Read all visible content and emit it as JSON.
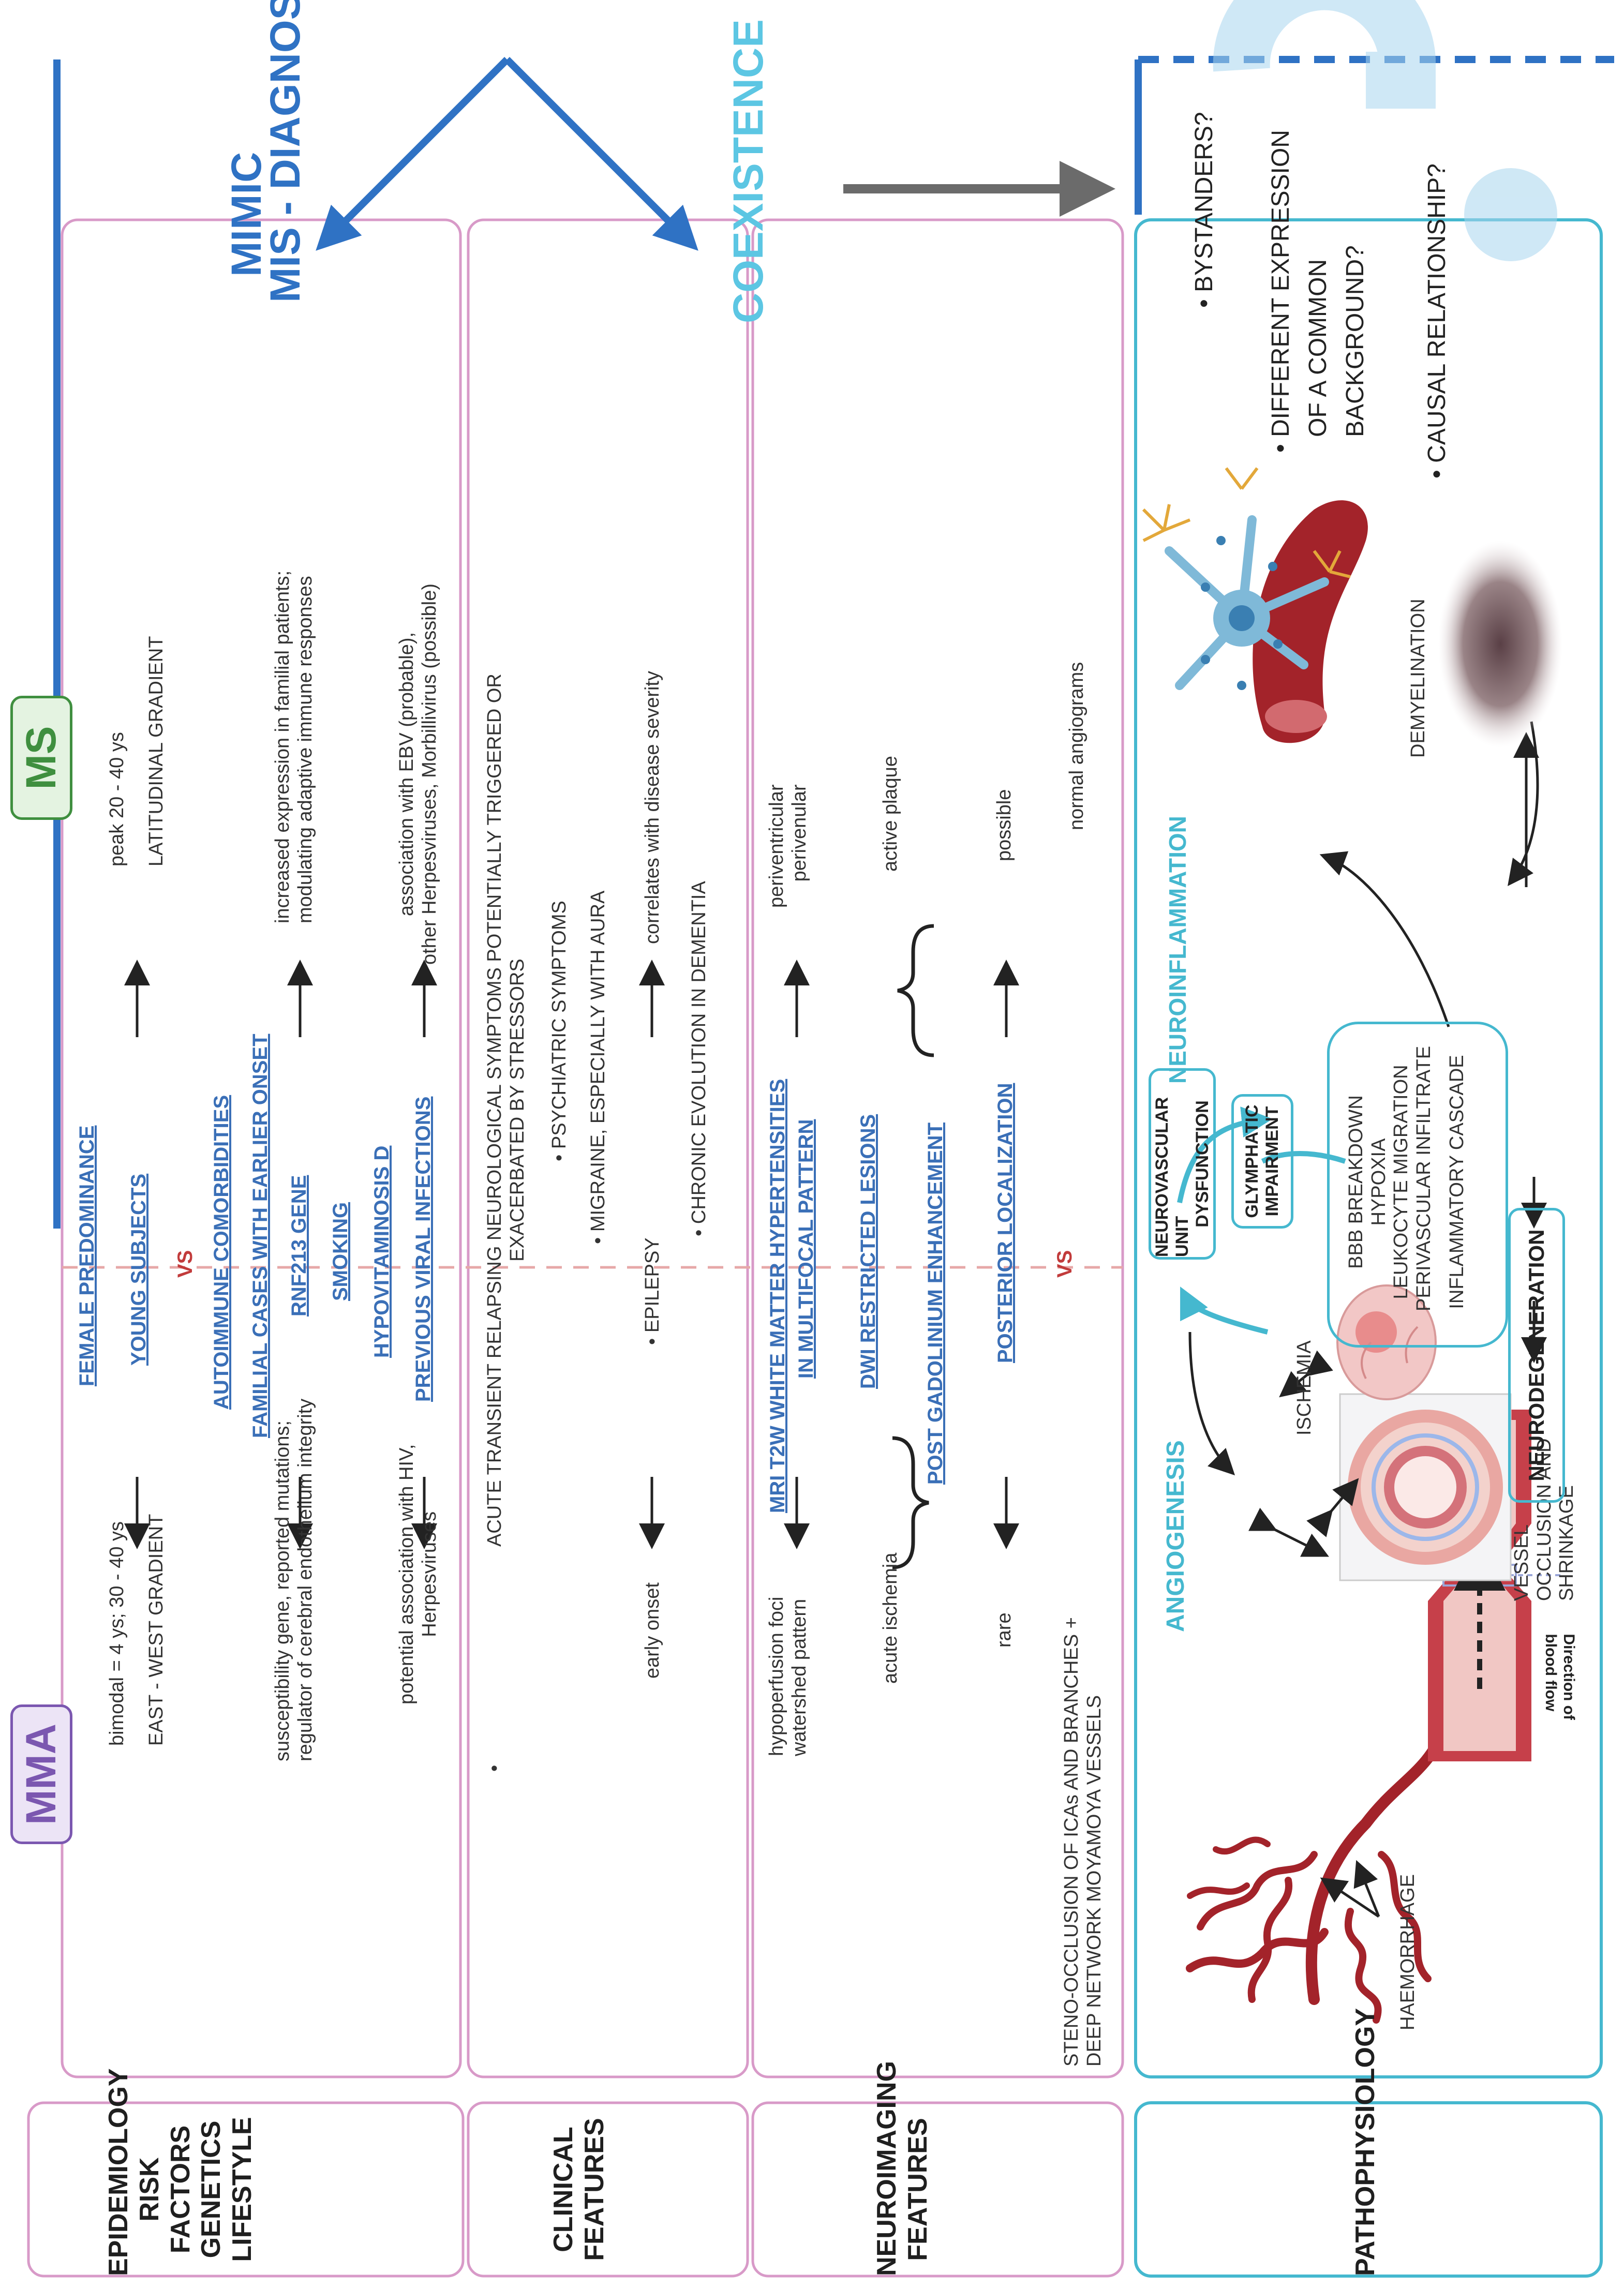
{
  "labels": {
    "mma": "MMA",
    "ms": "MS",
    "vs": "VS",
    "mimic": "MIMIC",
    "misdiagnosis": "MIS - DIAGNOSIS",
    "coexistence": "COEXISTENCE"
  },
  "questions": [
    "BYSTANDERS?",
    "DIFFERENT EXPRESSION OF A COMMON BACKGROUND?",
    "CAUSAL RELATIONSHIP?"
  ],
  "sections": {
    "epidemiology": [
      "EPIDEMIOLOGY",
      "RISK FACTORS",
      "GENETICS",
      "LIFESTYLE"
    ],
    "clinical": [
      "CLINICAL",
      "FEATURES"
    ],
    "neuroimaging": [
      "NEUROIMAGING",
      "FEATURES"
    ],
    "pathophysiology": [
      "PATHOPHYSIOLOGY"
    ]
  },
  "epidemiology": {
    "mma_age": [
      "bimodal = 4 ys; 30 - 40 ys",
      "EAST - WEST GRADIENT"
    ],
    "mma_genetics": [
      "susceptibility gene, reported mutations;",
      "regulator of cerebral endothelium integrity"
    ],
    "mma_infection": [
      "potential association with HIV,",
      "Herpesviruses"
    ],
    "center_1": [
      "FEMALE PREDOMINANCE",
      "YOUNG SUBJECTS"
    ],
    "center_2": [
      "AUTOIMMUNE COMORBIDITIES",
      "FAMILIAL CASES WITH EARLIER ONSET"
    ],
    "center_3": [
      "RNF213 GENE",
      "SMOKING",
      "HYPOVITAMINOSIS D",
      "PREVIOUS VIRAL INFECTIONS"
    ],
    "ms_age": [
      "peak 20 - 40 ys",
      "LATITUDINAL GRADIENT"
    ],
    "ms_genetics": [
      "increased expression in familial patients;",
      "modulating adaptive immune responses"
    ],
    "ms_infection": [
      "association with EBV (probable),",
      "other Herpesviruses, Morbillivirus (possible)"
    ]
  },
  "clinical": {
    "main": [
      "ACUTE TRANSIENT RELAPSING NEUROLOGICAL SYMPTOMS POTENTIALLY TRIGGERED OR",
      "EXACERBATED BY STRESSORS"
    ],
    "bullets": [
      "PSYCHIATRIC SYMPTOMS",
      "MIGRAINE, ESPECIALLY WITH AURA",
      "EPILEPSY",
      "CHRONIC EVOLUTION IN DEMENTIA"
    ],
    "mma": "early onset",
    "ms": "correlates with disease severity"
  },
  "neuroimaging": {
    "center": [
      "MRI T2W WHITE MATTER HYPERTENSITIES",
      "IN MULTIFOCAL PATTERN",
      "DWI RESTRICTED LESIONS",
      "POST GADOLINIUM ENHANCEMENT",
      "POSTERIOR LOCALIZATION"
    ],
    "mma_1": [
      "hypoperfusion foci",
      "watershed pattern"
    ],
    "mma_2": "acute ischemia",
    "mma_3": "rare",
    "mma_4": [
      "STENO-OCCLUSION OF ICAs AND BRANCHES +",
      "DEEP NETWORK MOYAMOYA VESSELS"
    ],
    "ms_1": [
      "periventricular",
      "perivenular"
    ],
    "ms_2": "active plaque",
    "ms_3": "possible",
    "ms_4": "normal angiograms"
  },
  "patho": {
    "haemorrhage": "HAEMORRHAGE",
    "blood_flow": [
      "Direction of",
      "blood flow"
    ],
    "vessel": [
      "VESSEL",
      "OCCLUSION AND",
      "SHRINKAGE"
    ],
    "ischemia": "ISCHEMIA",
    "angiogenesis": "ANGIOGENESIS",
    "nvu": [
      "NEUROVASCULAR UNIT",
      "DYSFUNCTION"
    ],
    "glymphatic": [
      "GLYMPHATIC",
      "IMPAIRMENT"
    ],
    "cascade": [
      "BBB BREAKDOWN",
      "HYPOXIA",
      "LEUKOCYTE MIGRATION",
      "PERIVASCULAR INFILTRATE",
      "INFLAMMATORY CASCADE"
    ],
    "neurodegeneration": "NEURODEGENERATION",
    "neuroinflammation": "NEUROINFLAMMATION",
    "demyelination": "DEMYELINATION"
  },
  "colors": {
    "mma": "#7b57b0",
    "ms": "#3f8f3f",
    "blue": "#2f72c4",
    "teal": "#45b8cf",
    "pink": "#d89ac8",
    "vessel": "#a3232a"
  }
}
